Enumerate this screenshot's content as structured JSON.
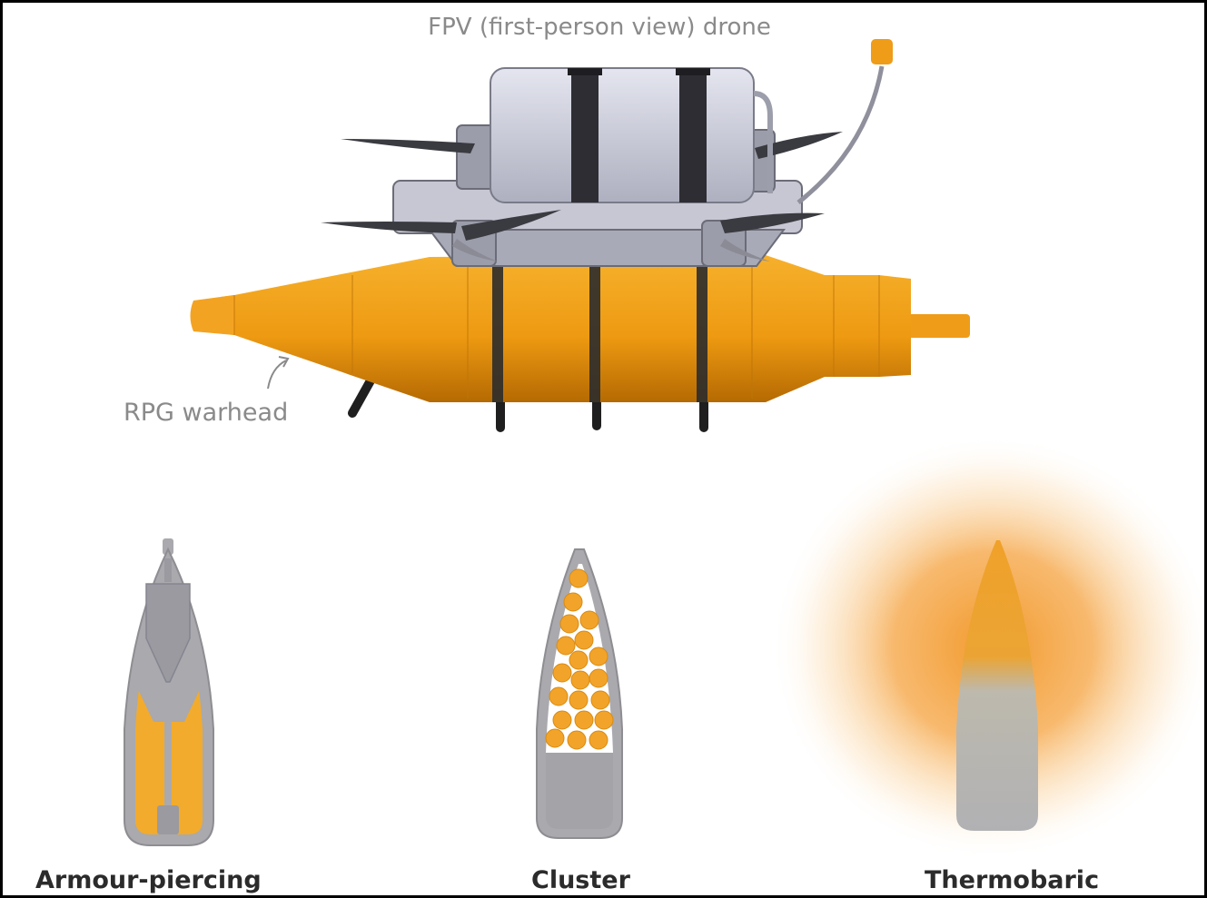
{
  "drone": {
    "title": "FPV (first-person view) drone",
    "warhead_label": "RPG warhead"
  },
  "warhead_types": [
    {
      "label": "Armour-piercing"
    },
    {
      "label": "Cluster"
    },
    {
      "label": "Thermobaric"
    }
  ],
  "colors": {
    "warhead_orange": "#f0a01e",
    "casing_grey": "#a9a9ae",
    "drone_grey": "#c3c4d2",
    "label_grey": "#8a8a8a",
    "label_dark": "#2b2b2b"
  }
}
